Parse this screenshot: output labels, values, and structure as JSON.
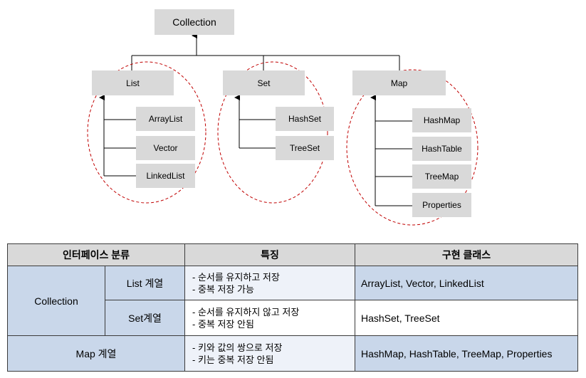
{
  "diagram": {
    "root": "Collection",
    "groups": [
      {
        "name": "List",
        "children": [
          "ArrayList",
          "Vector",
          "LinkedList"
        ]
      },
      {
        "name": "Set",
        "children": [
          "HashSet",
          "TreeSet"
        ]
      },
      {
        "name": "Map",
        "children": [
          "HashMap",
          "HashTable",
          "TreeMap",
          "Properties"
        ]
      }
    ],
    "colors": {
      "box": "#d9d9d9",
      "ellipse": "#c00000",
      "line": "#000000"
    }
  },
  "table": {
    "headers": [
      "인터페이스 분류",
      "특징",
      "구현 클래스"
    ],
    "collection_label": "Collection",
    "rows": [
      {
        "category": "List 계열",
        "features": [
          "-  순서를 유지하고 저장",
          "-  중복 저장 가능"
        ],
        "classes": "ArrayList, Vector, LinkedList"
      },
      {
        "category": "Set계열",
        "features": [
          "-  순서를 유지하지 않고 저장",
          "-  중복 저장 안됨"
        ],
        "classes": "HashSet, TreeSet"
      },
      {
        "category": "Map 계열",
        "features": [
          "-  키와 값의 쌍으로 저장",
          "-  키는 중복 저장 안됨"
        ],
        "classes": "HashMap, HashTable, TreeMap, Properties"
      }
    ],
    "colors": {
      "header": "#d9d9d9",
      "category": "#c9d7ea",
      "border": "#3b3b3b"
    }
  }
}
